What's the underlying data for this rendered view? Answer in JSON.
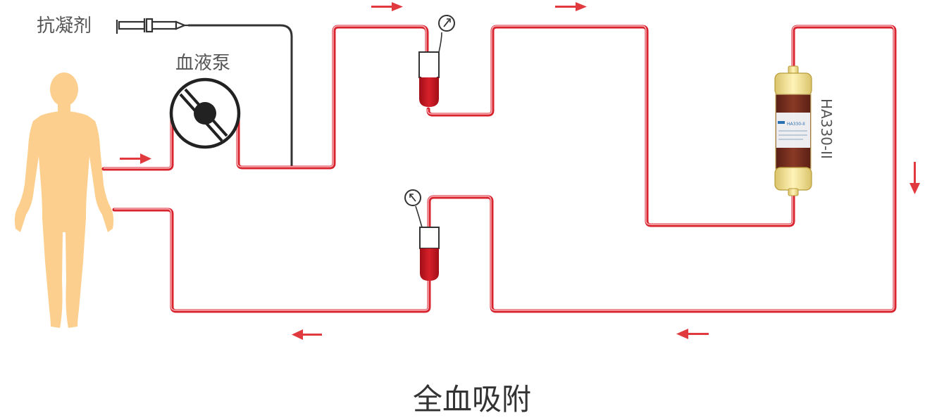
{
  "labels": {
    "anticoagulant": "抗凝剂",
    "blood_pump": "血液泵",
    "column_model": "HA330-II",
    "title": "全血吸附"
  },
  "colors": {
    "blood_line": "#d9232e",
    "arrow": "#e03a3e",
    "body": "#fccf8e",
    "dark_line": "#333333"
  },
  "icons": {
    "patient": "human-figure-icon",
    "syringe": "syringe-icon",
    "pump": "roller-pump-icon",
    "drip_chamber": "drip-chamber-icon",
    "pressure_gauge": "pressure-gauge-icon",
    "adsorption_column": "adsorption-column-icon",
    "flow_arrow": "arrow-icon"
  }
}
